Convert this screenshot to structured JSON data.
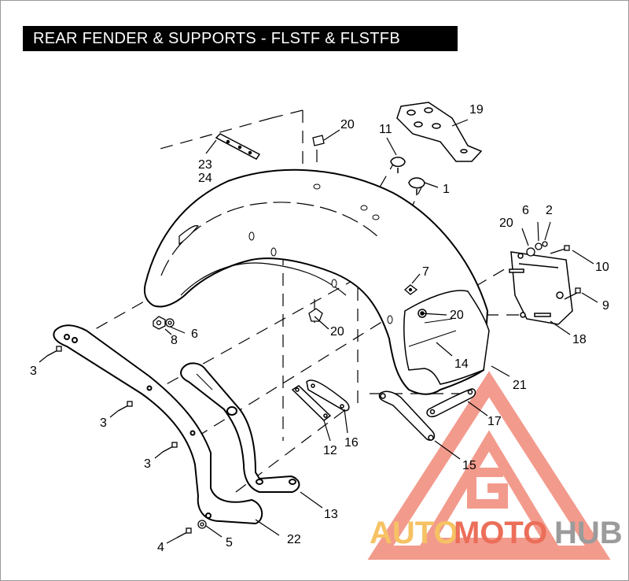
{
  "title": "REAR FENDER & SUPPORTS - FLSTF & FLSTFB",
  "callouts": {
    "c1": "1",
    "c2": "2",
    "c3a": "3",
    "c3b": "3",
    "c3c": "3",
    "c4": "4",
    "c5": "5",
    "c6a": "6",
    "c6b": "6",
    "c7": "7",
    "c8": "8",
    "c9": "9",
    "c10": "10",
    "c11": "11",
    "c12": "12",
    "c13": "13",
    "c14": "14",
    "c15": "15",
    "c16": "16",
    "c17": "17",
    "c18": "18",
    "c19": "19",
    "c20a": "20",
    "c20b": "20",
    "c20c": "20",
    "c20d": "20",
    "c21": "21",
    "c22": "22",
    "c23": "23",
    "c24": "24"
  },
  "watermark": {
    "part1": "AUTO",
    "part2": "MOTO",
    "part3": "HUB",
    "colors": {
      "orange": "#f5b84a",
      "red": "#e8553d",
      "gray": "#8a8a8a",
      "triangle": "#f08a7a"
    }
  }
}
